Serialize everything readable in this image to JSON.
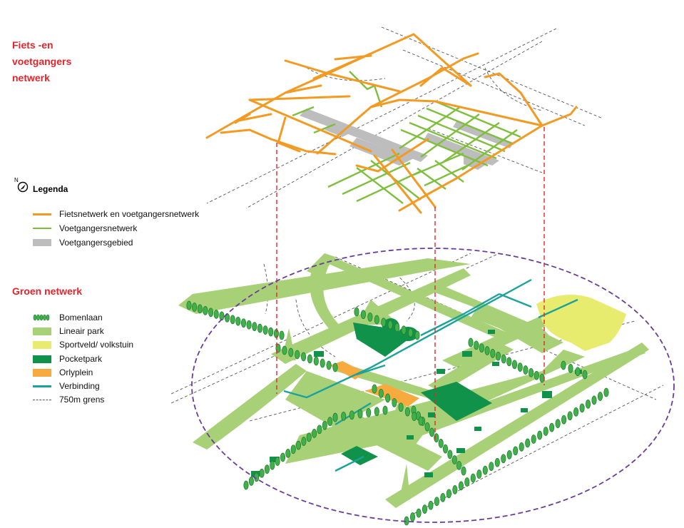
{
  "titles": {
    "network": "Fiets -en\nvoetgangers\nnetwerk",
    "network_lines": [
      "Fiets -en",
      "voetgangers",
      "netwerk"
    ],
    "green": "Groen netwerk"
  },
  "compass": {
    "letter": "N"
  },
  "legend": {
    "heading": "Legenda",
    "network_items": [
      {
        "label": "Fietsnetwerk en voetgangersnetwerk",
        "color": "#f39a23",
        "style": "line"
      },
      {
        "label": "Voetgangersnetwerk",
        "color": "#7fbf3d",
        "style": "line"
      },
      {
        "label": "Voetgangersgebied",
        "color": "#bdbdbd",
        "style": "fill"
      }
    ],
    "green_items": [
      {
        "label": "Bomenlaan",
        "color": "#3fb04a",
        "style": "trees"
      },
      {
        "label": "Lineair park",
        "color": "#a8d177",
        "style": "fill"
      },
      {
        "label": "Sportveld/ volkstuin",
        "color": "#e8ec6e",
        "style": "fill"
      },
      {
        "label": "Pocketpark",
        "color": "#11924a",
        "style": "fill"
      },
      {
        "label": "Orlyplein",
        "color": "#f7ab3f",
        "style": "fill"
      },
      {
        "label": "Verbinding",
        "color": "#1ba29b",
        "style": "line"
      },
      {
        "label": "750m grens",
        "color": "#555555",
        "style": "dash"
      }
    ]
  },
  "colors": {
    "title_red": "#e3262c",
    "cycle": "#f39a23",
    "walk": "#7fbf3d",
    "walk_area": "#bdbdbd",
    "linear_park": "#a8d177",
    "sport": "#e8ec6e",
    "pocket": "#11924a",
    "plaza": "#f7ab3f",
    "connection": "#1ba29b",
    "boundary_ellipse": "#6a3d9a",
    "projection": "#e3262c"
  }
}
